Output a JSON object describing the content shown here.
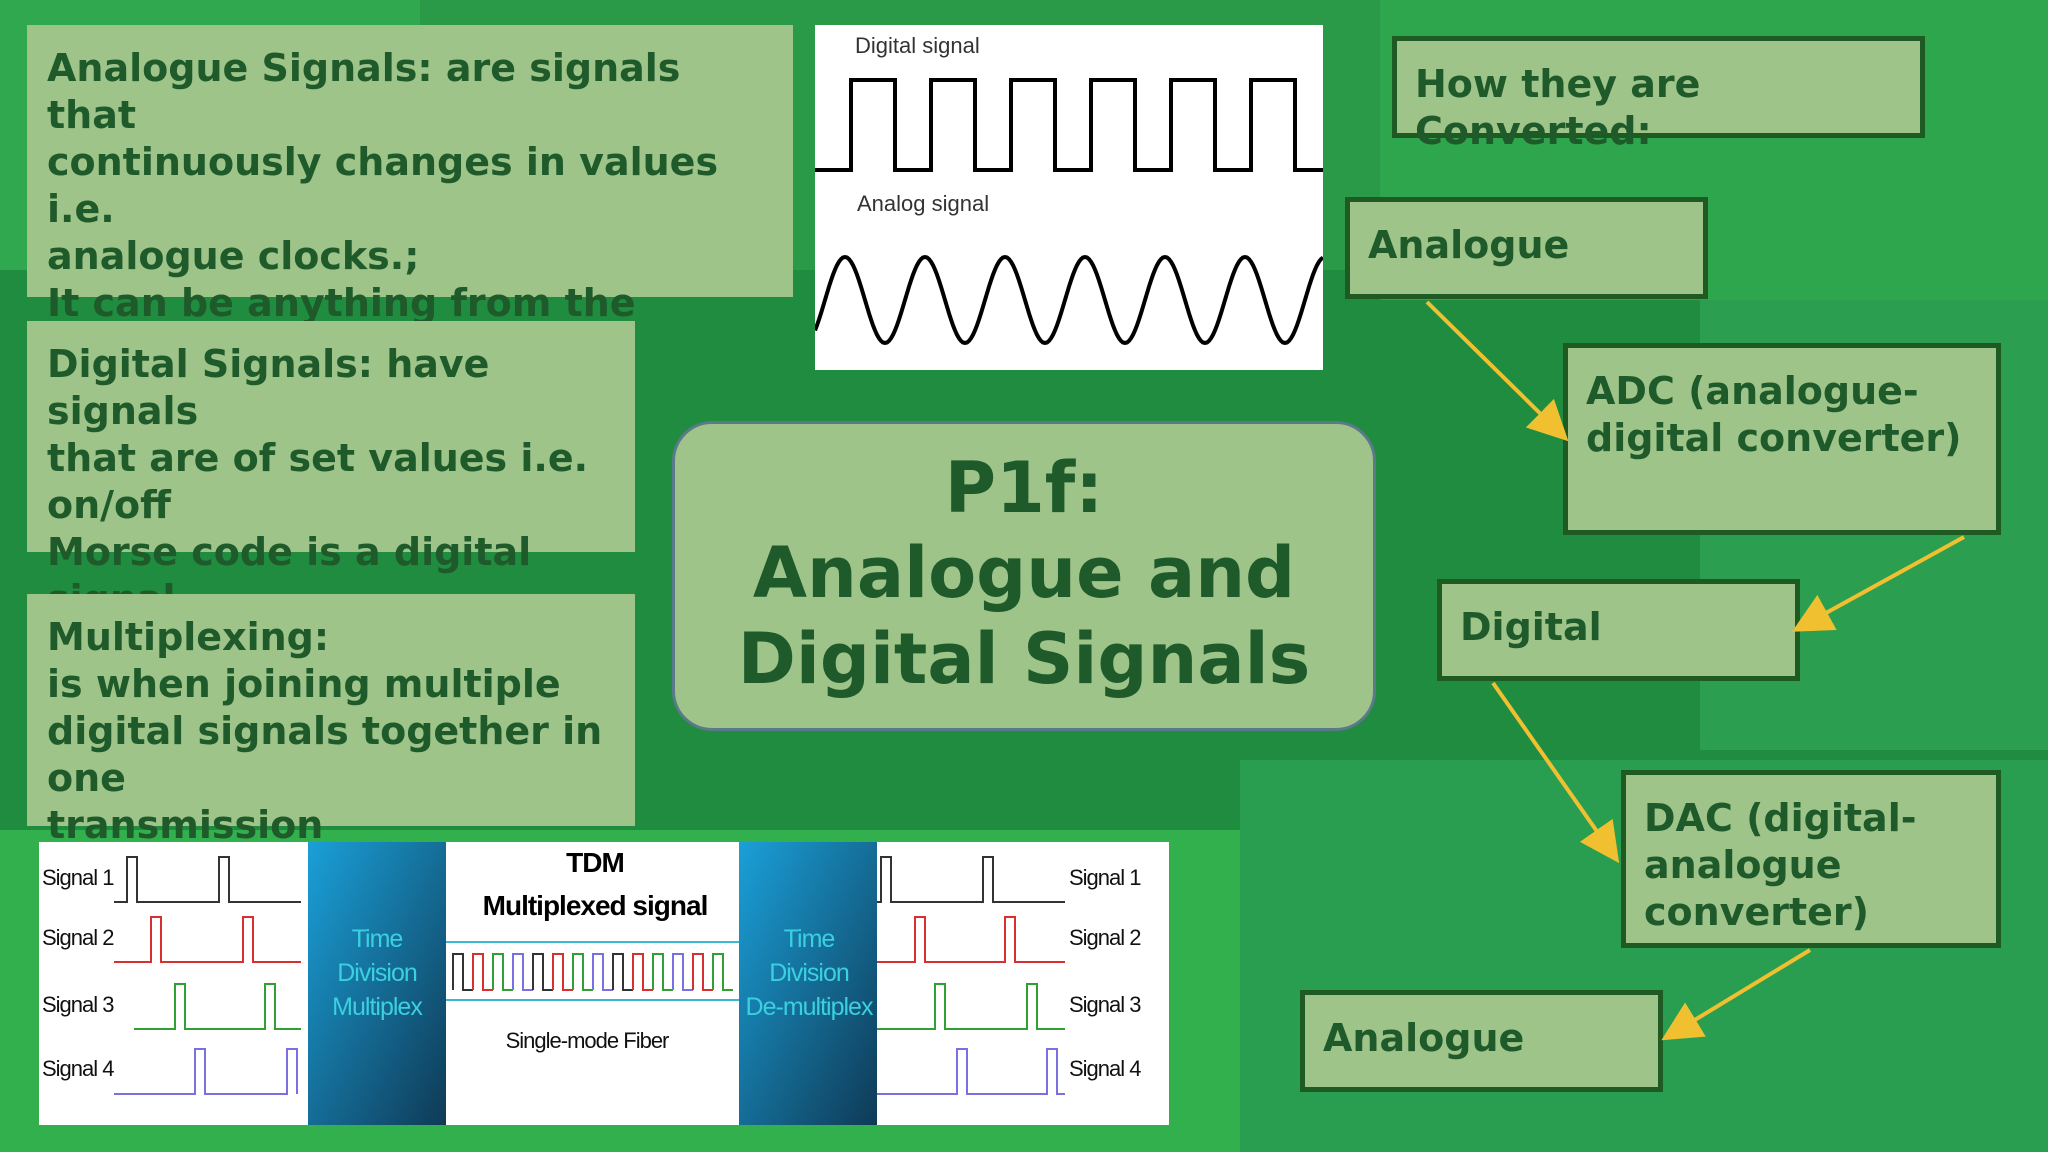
{
  "background_colors": {
    "base": "#2a9a48",
    "dark": "#1f8a40",
    "light": "#32b050",
    "box": "#9ec48a",
    "text": "#1f5a2a",
    "arrow": "#f0c030"
  },
  "title": {
    "line1": "P1f:",
    "line2": "Analogue and\nDigital Signals"
  },
  "analogue_box": "Analogue Signals: are signals that\ncontinuously changes in values i.e.\nanalogue clocks.;\nIt can be anything from the lowest\nvalue to the highest value.",
  "digital_box": "Digital Signals: have signals\nthat are of set values i.e.\non/off\nMorse code is a digital signal",
  "multiplex_box": "Multiplexing:\nis when joining multiple\ndigital signals together in one\ntransmission",
  "signals_image": {
    "digital_label": "Digital signal",
    "analog_label": "Analog signal"
  },
  "tdm_image": {
    "title1": "TDM",
    "title2": "Multiplexed signal",
    "fiber": "Single-mode Fiber",
    "mux": "Time\nDivision\nMultiplex",
    "demux": "Time\nDivision\nDe-multiplex",
    "signals": [
      {
        "label": "Signal 1",
        "color": "#333333"
      },
      {
        "label": "Signal 2",
        "color": "#d83030"
      },
      {
        "label": "Signal 3",
        "color": "#30a030"
      },
      {
        "label": "Signal 4",
        "color": "#7a70e0"
      }
    ]
  },
  "flow": {
    "header": "How they are Converted:",
    "step1": "Analogue",
    "step2": "ADC (analogue-\ndigital converter)",
    "step3": "Digital",
    "step4": "DAC (digital-\nanalogue\nconverter)",
    "step5": "Analogue"
  }
}
